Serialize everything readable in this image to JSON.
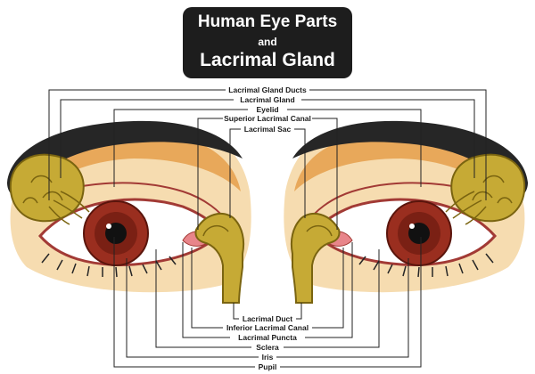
{
  "title": {
    "line1": "Human Eye Parts",
    "line2": "and",
    "line3": "Lacrimal Gland"
  },
  "labels_top": [
    "Lacrimal Gland Ducts",
    "Lacrimal Gland",
    "Eyelid",
    "Superior Lacrimal Canal",
    "Lacrimal Sac"
  ],
  "labels_bottom": [
    "Lacrimal Duct",
    "Inferior Lacrimal Canal",
    "Lacrimal Puncta",
    "Sclera",
    "Iris",
    "Pupil"
  ],
  "colors": {
    "skin": "#f6dcb0",
    "shadow": "#e8a85a",
    "brow": "#262626",
    "gland": "#c6aa35",
    "gland_dark": "#7a6410",
    "iris": "#9a2e1f",
    "pupil": "#111111",
    "sclera": "#ffffff",
    "caruncle": "#e8858a",
    "lid_line": "#a23a35"
  }
}
